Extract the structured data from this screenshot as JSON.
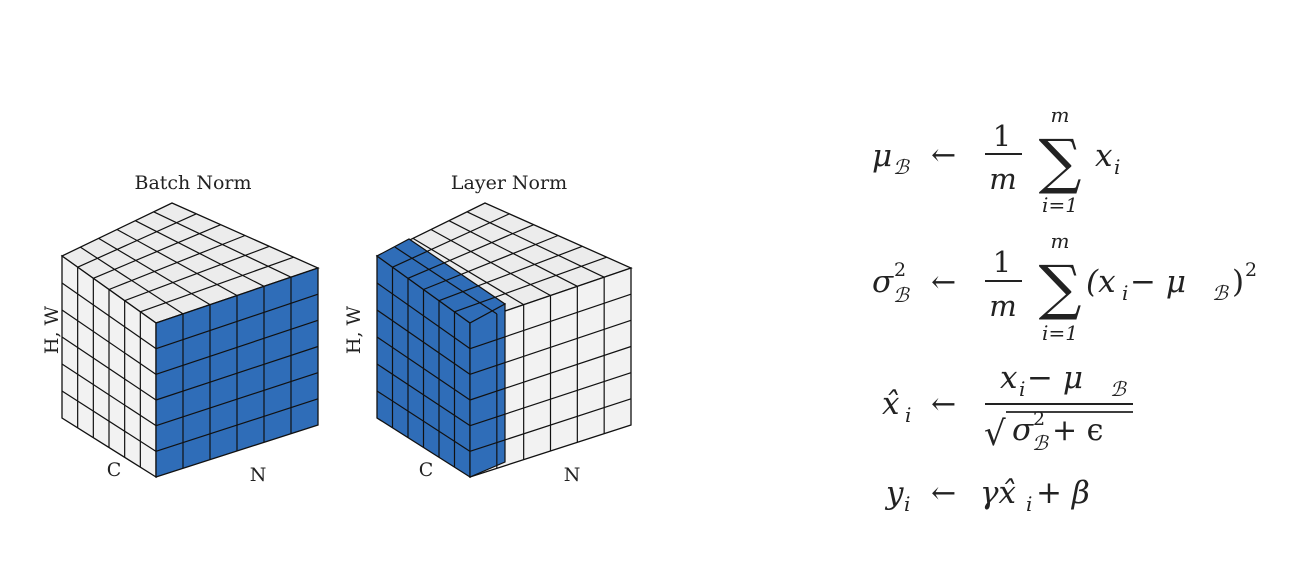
{
  "diagram": {
    "colors": {
      "highlight": "#2f6db8",
      "cell": "#eeeeee",
      "edge": "#111111"
    },
    "grid_cells_per_side": 6,
    "cubes": [
      {
        "id": "batch",
        "title": "Batch Norm",
        "axis_vertical": "H, W",
        "axis_left": "C",
        "axis_right": "N",
        "highlight": "front-slice"
      },
      {
        "id": "layer",
        "title": "Layer Norm",
        "axis_vertical": "H, W",
        "axis_left": "C",
        "axis_right": "N",
        "highlight": "left-slice"
      }
    ]
  },
  "equations": {
    "mean": {
      "lhs": "μ",
      "lhs_sub": "ℬ",
      "arrow": "←",
      "frac_num": "1",
      "frac_den": "m",
      "sum_top": "m",
      "sum_bottom": "i=1",
      "sum": "∑",
      "term": "x",
      "term_sub": "i"
    },
    "variance": {
      "lhs": "σ",
      "lhs_sup": "2",
      "lhs_sub": "ℬ",
      "arrow": "←",
      "frac_num": "1",
      "frac_den": "m",
      "sum_top": "m",
      "sum_bottom": "i=1",
      "sum": "∑",
      "term_open": "(x",
      "term_sub": "i",
      "term_mid": " − μ",
      "term_mid_sub": "ℬ",
      "term_close": ")",
      "term_sup": "2"
    },
    "normalize": {
      "lhs": "x̂",
      "lhs_sub": "i",
      "arrow": "←",
      "num": "x",
      "num_sub": "i",
      "num_mid": " − μ",
      "num_mid_sub": "ℬ",
      "sqrt": "√",
      "den": "σ",
      "den_sup": "2",
      "den_sub": "ℬ",
      "den_tail": " + ϵ"
    },
    "scale_shift": {
      "lhs": "y",
      "lhs_sub": "i",
      "arrow": "←",
      "rhs": "γx̂",
      "rhs_sub": "i",
      "rhs_tail": " + β"
    }
  }
}
